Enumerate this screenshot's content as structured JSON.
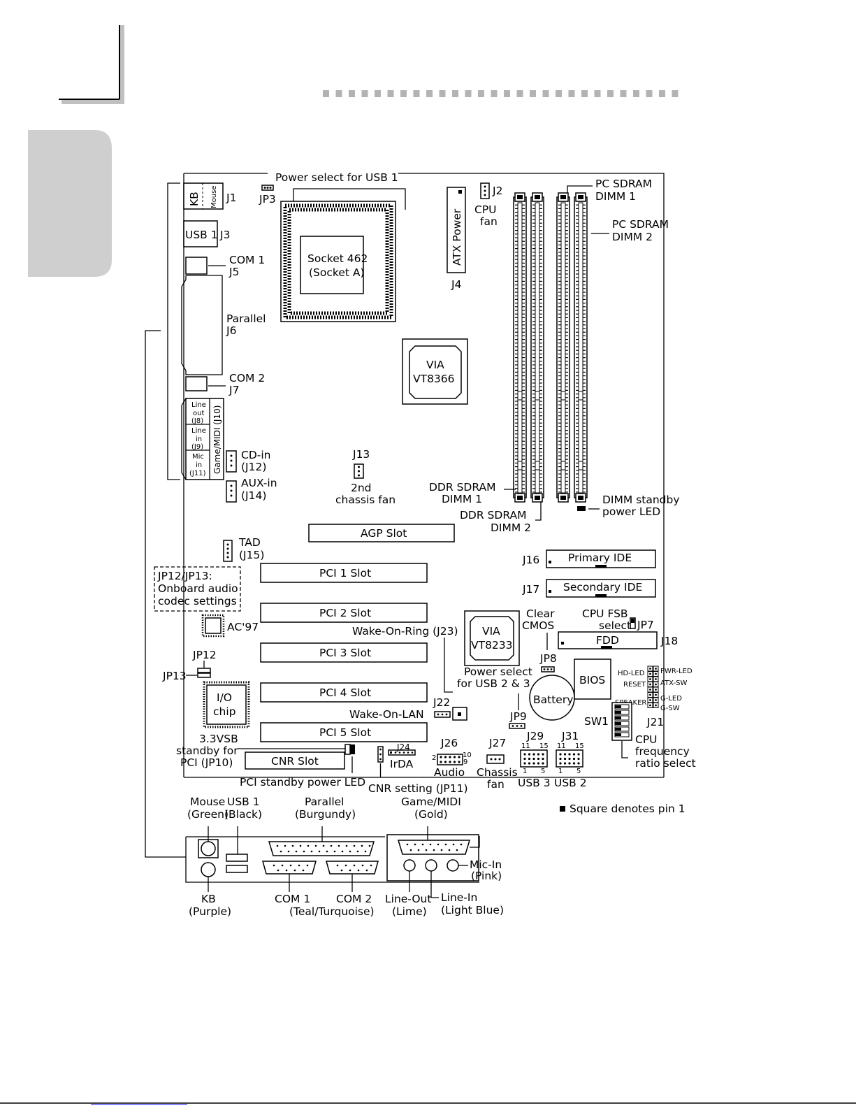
{
  "labels": {
    "power_select_usb1": "Power select for USB 1",
    "jp3": "JP3",
    "kb": "KB",
    "mouse": "Mouse",
    "j1": "J1",
    "usb1": "USB 1",
    "j3": "J3",
    "com1": "COM 1",
    "j5": "J5",
    "parallel": "Parallel",
    "j6": "J6",
    "com2": "COM 2",
    "j7": "J7",
    "line_out": [
      "Line",
      "out",
      "(J8)"
    ],
    "line_in": [
      "Line",
      "in",
      "(J9)"
    ],
    "mic_in": [
      "Mic",
      "in",
      "(J11)"
    ],
    "game_midi_j10": "Game/MIDI (J10)",
    "cd_in": "CD-in",
    "j12": "(J12)",
    "aux_in": "AUX-in",
    "j14": "(J14)",
    "socket": "Socket 462",
    "socket_a": "(Socket A)",
    "atx_power": "ATX Power",
    "j4": "J4",
    "j2": "J2",
    "cpu_fan": [
      "CPU",
      "fan"
    ],
    "pc_sdram_dimm1": [
      "PC SDRAM",
      "DIMM 1"
    ],
    "pc_sdram_dimm2": [
      "PC SDRAM",
      "DIMM 2"
    ],
    "via_north": [
      "VIA",
      "VT8366"
    ],
    "j13": "J13",
    "chassis_fan2": [
      "2nd",
      "chassis fan"
    ],
    "ddr_dimm1": [
      "DDR SDRAM",
      "DIMM 1"
    ],
    "ddr_dimm2": [
      "DDR SDRAM",
      "DIMM 2"
    ],
    "dimm_standby_led": [
      "DIMM standby",
      "power LED"
    ],
    "agp_slot": "AGP Slot",
    "tad": "TAD",
    "j15": "(J15)",
    "jp12_jp13_note": [
      "JP12/JP13:",
      "Onboard audio",
      "codec settings"
    ],
    "pci1": "PCI 1 Slot",
    "pci2": "PCI 2 Slot",
    "pci3": "PCI 3 Slot",
    "pci4": "PCI 4 Slot",
    "pci5": "PCI 5 Slot",
    "cnr_slot": "CNR Slot",
    "ac97": "AC'97",
    "jp12": "JP12",
    "jp13": "JP13",
    "io_chip": [
      "I/O",
      "chip"
    ],
    "standby_pci": [
      "3.3VSB",
      "standby for",
      "PCI (JP10)"
    ],
    "pci_standby_led": "PCI standby power LED",
    "j16": "J16",
    "primary_ide": "Primary IDE",
    "j17": "J17",
    "secondary_ide": "Secondary IDE",
    "clear_cmos": [
      "Clear",
      "CMOS"
    ],
    "cpu_fsb": [
      "CPU FSB",
      "select"
    ],
    "jp7": "JP7",
    "fdd": "FDD",
    "j18": "J18",
    "via_south": [
      "VIA",
      "VT8233"
    ],
    "wake_on_ring": "Wake-On-Ring (J23)",
    "jp8": "JP8",
    "power_select_usb23": [
      "Power select",
      "for USB 2 & 3"
    ],
    "bios": "BIOS",
    "battery": "Battery",
    "j22": "J22",
    "wake_on_lan": "Wake-On-LAN",
    "jp9": "JP9",
    "hd_led": "HD-LED",
    "reset": "RESET",
    "speaker": "SPEAKER",
    "pwr_led": "PWR-LED",
    "atx_sw": "ATX-SW",
    "g_led": "G-LED",
    "g_sw": "G-SW",
    "j21": "J21",
    "sw1": "SW1",
    "cpu_ratio": [
      "CPU",
      "frequency",
      "ratio select"
    ],
    "j24": "J24",
    "irda": "IrDA",
    "cnr_setting": "CNR setting (JP11)",
    "j26": "J26",
    "audio": "Audio",
    "j27": "J27",
    "chassis_fan": [
      "Chassis",
      "fan"
    ],
    "j29": "J29",
    "usb3": "USB 3",
    "j31": "J31",
    "usb2": "USB 2",
    "pin_11": "11",
    "pin_15": "15",
    "pin_1": "1",
    "pin_5": "5",
    "pin_2": "2",
    "pin_10": "10",
    "pin_9": "9",
    "square_note": "Square denotes pin 1"
  },
  "io_panel": {
    "mouse_usb": [
      "Mouse",
      "USB 1"
    ],
    "green_black": [
      "(Green)",
      "(Black)"
    ],
    "parallel": [
      "Parallel",
      "(Burgundy)"
    ],
    "game_midi": [
      "Game/MIDI",
      "(Gold)"
    ],
    "mic_in": [
      "Mic-In",
      "(Pink)"
    ],
    "kb": [
      "KB",
      "(Purple)"
    ],
    "com1": "COM 1",
    "com2": "COM 2",
    "teal": "(Teal/Turquoise)",
    "line_out": [
      "Line-Out",
      "(Lime)"
    ],
    "line_in": [
      "Line-In",
      "(Light Blue)"
    ]
  }
}
